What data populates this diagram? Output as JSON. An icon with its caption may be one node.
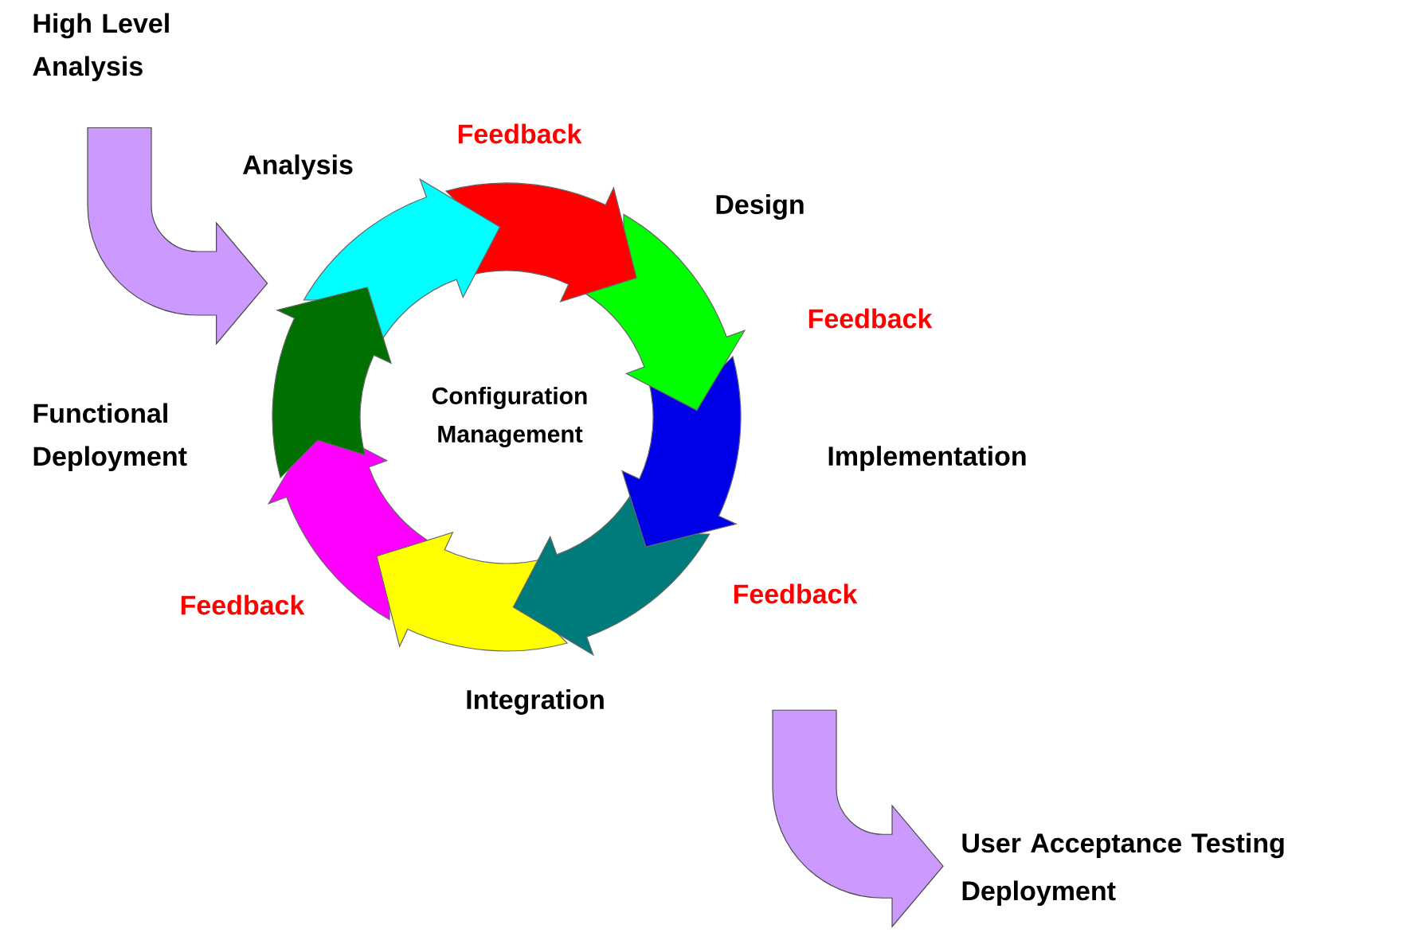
{
  "diagram": {
    "nodes": [
      {
        "text": [
          "High Level Analysis"
        ]
      },
      {
        "text": [
          "Configuration Management"
        ]
      },
      {
        "text": [
          "User Acceptance Testing Deployment"
        ]
      }
    ],
    "edges": [
      {
        "from": 0,
        "to": 1,
        "arrow": "to"
      },
      {
        "from": null,
        "to": 2,
        "arrow": "to"
      }
    ],
    "labels": [
      "Analysis",
      "Feedback",
      "Design",
      "Feedback",
      "Implementation",
      "Feedback",
      "Integration",
      "Feedback",
      "Functional Deployment"
    ]
  }
}
